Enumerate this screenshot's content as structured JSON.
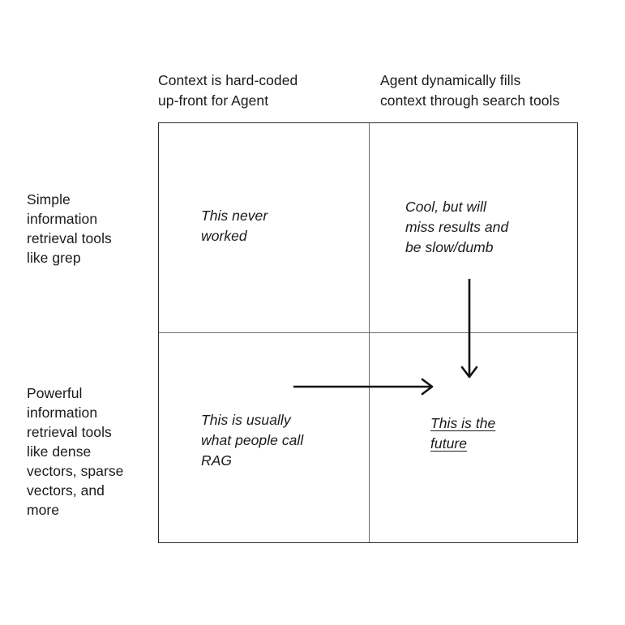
{
  "diagram": {
    "type": "2x2-matrix",
    "background_color": "#ffffff",
    "text_color": "#1a1a1a",
    "border_color": "#2b2b2b",
    "divider_color": "#6b6b6b",
    "arrow_color": "#111111",
    "columns": [
      {
        "id": "hard-coded",
        "header": "Context is hard-coded\nup-front for Agent"
      },
      {
        "id": "dynamic-search",
        "header": "Agent dynamically fills\ncontext through search tools"
      }
    ],
    "rows": [
      {
        "id": "simple-tools",
        "label": "Simple\ninformation\nretrieval tools\nlike grep"
      },
      {
        "id": "powerful-tools",
        "label": "Powerful\ninformation\nretrieval tools\nlike dense\nvectors, sparse\nvectors, and\nmore"
      }
    ],
    "cells": [
      {
        "id": "top-left",
        "row": "simple-tools",
        "column": "hard-coded",
        "text": "This never\nworked",
        "italic": true,
        "underline": false
      },
      {
        "id": "top-right",
        "row": "simple-tools",
        "column": "dynamic-search",
        "text": "Cool, but will\nmiss results and\nbe slow/dumb",
        "italic": true,
        "underline": false
      },
      {
        "id": "bottom-left",
        "row": "powerful-tools",
        "column": "hard-coded",
        "text": "This is usually\nwhat people call\nRAG",
        "italic": true,
        "underline": false
      },
      {
        "id": "bottom-right",
        "row": "powerful-tools",
        "column": "dynamic-search",
        "text": "This is the\nfuture",
        "italic": true,
        "underline": true
      }
    ],
    "arrows": [
      {
        "id": "down-arrow",
        "direction": "down",
        "from_cell": "top-right",
        "to_cell": "bottom-right",
        "style": "open-chevron-head"
      },
      {
        "id": "right-arrow",
        "direction": "right",
        "from_cell": "bottom-left",
        "to_cell": "bottom-right",
        "style": "open-chevron-head"
      }
    ]
  }
}
